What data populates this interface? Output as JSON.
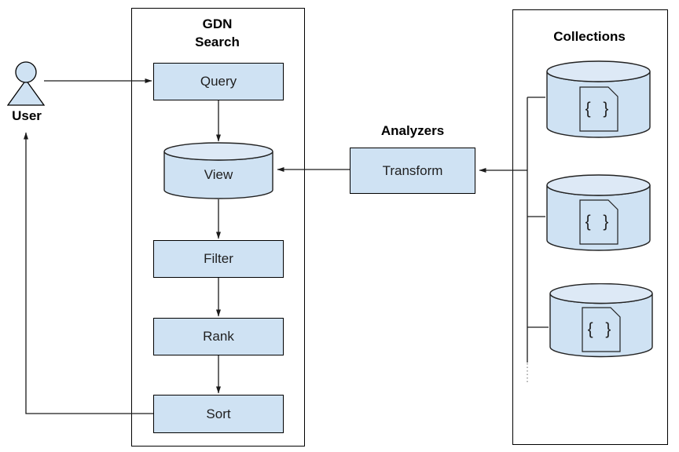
{
  "diagram": {
    "user": {
      "label": "User"
    },
    "gdn_search": {
      "title": [
        "GDN",
        "Search"
      ],
      "nodes": {
        "query": "Query",
        "view": "View",
        "filter": "Filter",
        "rank": "Rank",
        "sort": "Sort"
      }
    },
    "analyzers": {
      "title": "Analyzers",
      "nodes": {
        "transform": "Transform"
      }
    },
    "collections": {
      "title": "Collections",
      "cylinder_count": 3,
      "doc_icon_glyph": "{ }"
    },
    "edges": [
      {
        "from": "user",
        "to": "query"
      },
      {
        "from": "query",
        "to": "view"
      },
      {
        "from": "view",
        "to": "filter"
      },
      {
        "from": "filter",
        "to": "rank"
      },
      {
        "from": "rank",
        "to": "sort"
      },
      {
        "from": "sort",
        "to": "user"
      },
      {
        "from": "transform",
        "to": "view"
      },
      {
        "from": "collections",
        "to": "transform"
      }
    ]
  },
  "colors": {
    "background": "#ffffff",
    "shape_fill": "#cfe2f3",
    "cylinder_top_fill": "#dde9f6",
    "stroke": "#000000",
    "connector": "#1a1a1a",
    "dashed_tail": "#888888"
  }
}
